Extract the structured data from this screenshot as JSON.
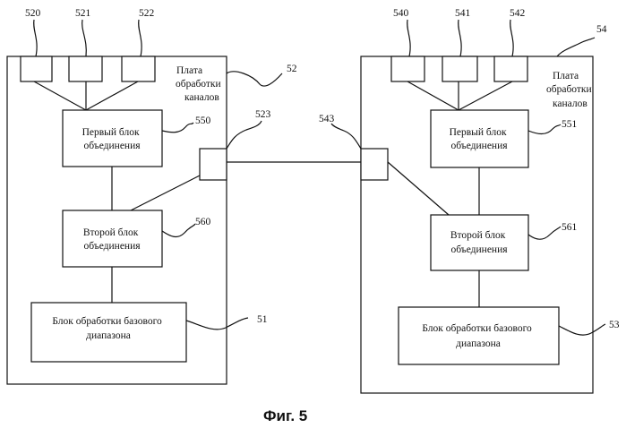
{
  "left_board": {
    "board_ref": "52",
    "board_label": [
      "Плата",
      "обработки",
      "каналов"
    ],
    "port_refs": [
      "520",
      "521",
      "522"
    ],
    "interface_ref": "523",
    "first_block": {
      "label": [
        "Первый блок",
        "объединения"
      ],
      "ref": "550"
    },
    "second_block": {
      "label": [
        "Второй блок",
        "объединения"
      ],
      "ref": "560"
    },
    "baseband_block": {
      "label": [
        "Блок обработки базового",
        "диапазона"
      ],
      "ref": "51"
    }
  },
  "right_board": {
    "board_ref": "54",
    "board_label": [
      "Плата",
      "обработки",
      "каналов"
    ],
    "port_refs": [
      "540",
      "541",
      "542"
    ],
    "interface_ref": "543",
    "first_block": {
      "label": [
        "Первый блок",
        "объединения"
      ],
      "ref": "551"
    },
    "second_block": {
      "label": [
        "Второй блок",
        "объединения"
      ],
      "ref": "561"
    },
    "baseband_block": {
      "label": [
        "Блок обработки базового",
        "диапазона"
      ],
      "ref": "53"
    }
  },
  "caption": "Фиг. 5"
}
